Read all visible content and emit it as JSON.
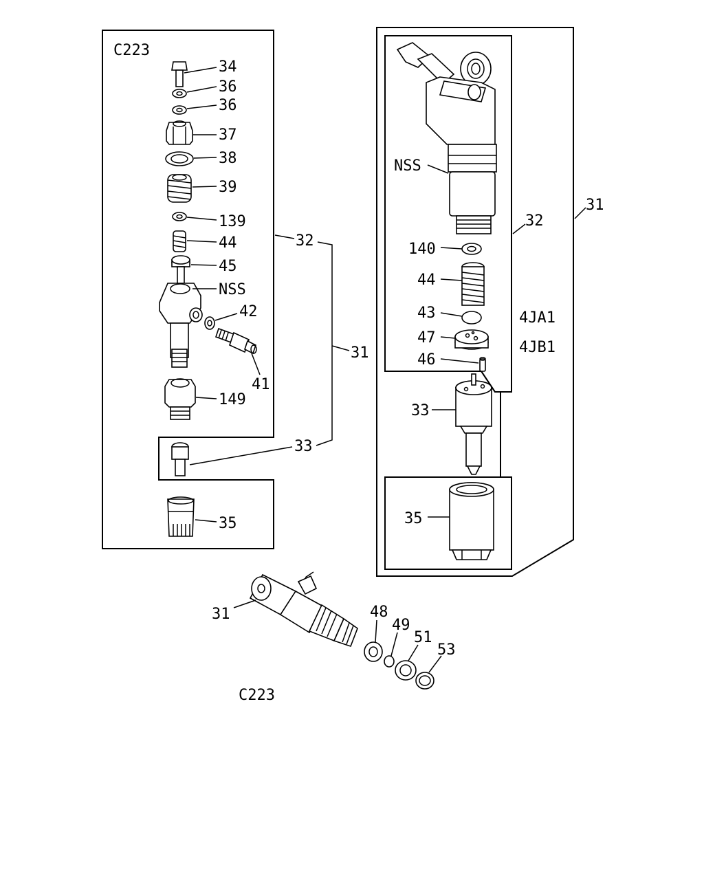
{
  "diagram": {
    "left_panel": {
      "code": "C223",
      "labels": {
        "p34": "34",
        "p36a": "36",
        "p36b": "36",
        "p37": "37",
        "p38": "38",
        "p39": "39",
        "p139": "139",
        "p44": "44",
        "p45": "45",
        "nss": "NSS",
        "p42": "42",
        "p41": "41",
        "p149": "149",
        "p33": "33",
        "p35": "35",
        "p32": "32",
        "p31": "31"
      }
    },
    "right_panel": {
      "models": [
        "4JA1",
        "4JB1"
      ],
      "labels": {
        "nss": "NSS",
        "p140": "140",
        "p44": "44",
        "p43": "43",
        "p47": "47",
        "p46": "46",
        "p33": "33",
        "p35": "35",
        "p32": "32",
        "p31": "31"
      }
    },
    "bottom_assembly": {
      "code": "C223",
      "labels": {
        "p31": "31",
        "p48": "48",
        "p49": "49",
        "p51": "51",
        "p53": "53"
      }
    }
  }
}
